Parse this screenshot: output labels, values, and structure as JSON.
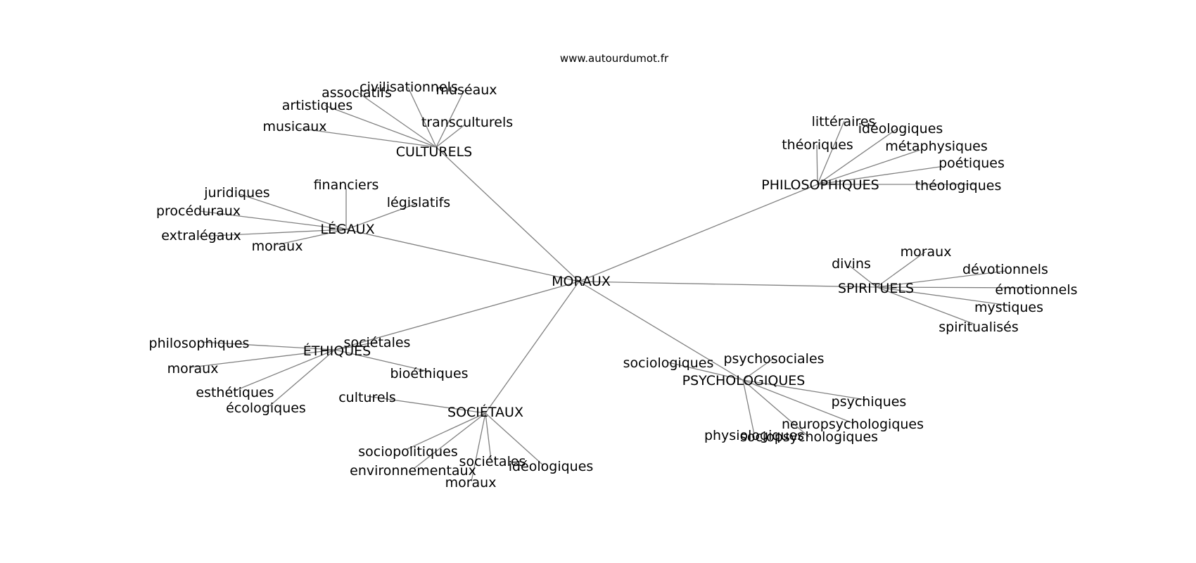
{
  "header": {
    "site": "www.autourdumot.fr"
  },
  "center": "MORAUX",
  "groups": [
    {
      "hub": "CULTURELS",
      "leaves": [
        "civilisationnels",
        "associatifs",
        "muséaux",
        "artistiques",
        "transculturels",
        "musicaux"
      ]
    },
    {
      "hub": "PHILOSOPHIQUES",
      "leaves": [
        "littéraires",
        "idéologiques",
        "théoriques",
        "métaphysiques",
        "poétiques",
        "théologiques"
      ]
    },
    {
      "hub": "LÉGAUX",
      "leaves": [
        "juridiques",
        "financiers",
        "législatifs",
        "procéduraux",
        "extralégaux",
        "moraux"
      ]
    },
    {
      "hub": "SPIRITUELS",
      "leaves": [
        "moraux",
        "divins",
        "dévotionnels",
        "émotionnels",
        "mystiques",
        "spiritualisés"
      ]
    },
    {
      "hub": "ÉTHIQUES",
      "leaves": [
        "philosophiques",
        "sociétales",
        "moraux",
        "bioéthiques",
        "esthétiques",
        "écologiques"
      ]
    },
    {
      "hub": "PSYCHOLOGIQUES",
      "leaves": [
        "sociologiques",
        "psychosociales",
        "psychiques",
        "neuropsychologiques",
        "physiologiques",
        "sociopsychologiques"
      ]
    },
    {
      "hub": "SOCIÉTAUX",
      "leaves": [
        "culturels",
        "sociopolitiques",
        "environnementaux",
        "sociétales",
        "idéologiques",
        "moraux"
      ]
    }
  ]
}
